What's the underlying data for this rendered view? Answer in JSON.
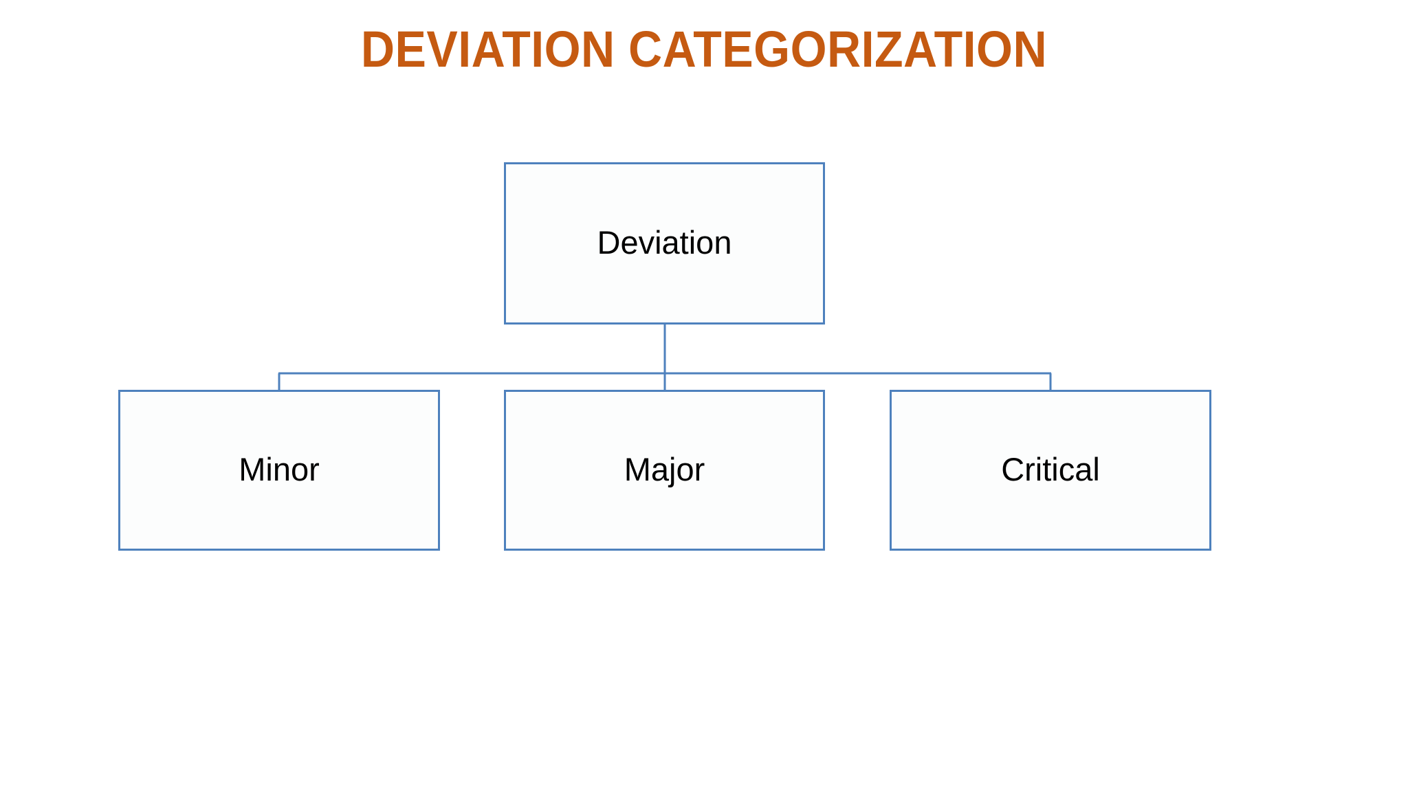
{
  "slide": {
    "title": "DEVIATION CATEGORIZATION",
    "background_color": "#FFFFFF",
    "title_color": "#C55A11"
  },
  "diagram": {
    "type": "org-chart",
    "node_border_color": "#4E81BD",
    "node_fill_color": "#FCFDFD",
    "connector_color": "#4E81BD",
    "node_text_color": "#000000",
    "root": {
      "label": "Deviation"
    },
    "children": [
      {
        "label": "Minor"
      },
      {
        "label": "Major"
      },
      {
        "label": "Critical"
      }
    ]
  }
}
